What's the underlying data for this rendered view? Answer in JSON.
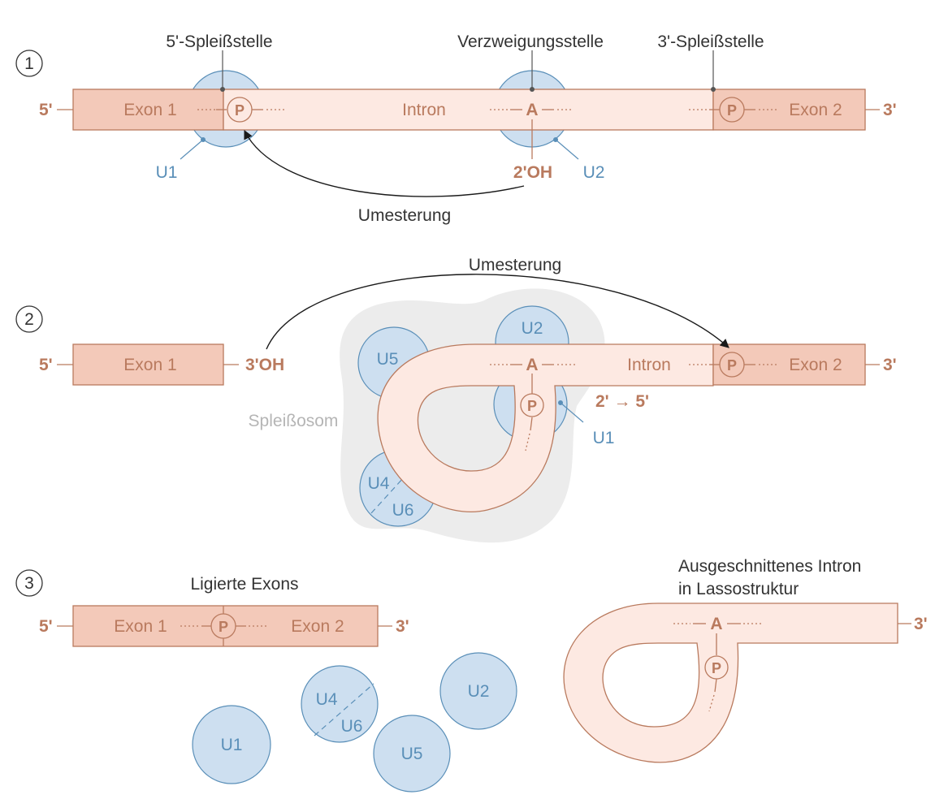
{
  "steps": [
    "1",
    "2",
    "3"
  ],
  "colors": {
    "exon_fill": "#f3c9b9",
    "intron_fill": "#fde9e2",
    "outline": "#b97a5e",
    "snrnp_fill": "#cddff0",
    "snrnp_outline": "#5a8fb8",
    "spliceosome_fill": "#ececec",
    "arrow": "#1a1a1a"
  },
  "panel1": {
    "five_prime": "5'",
    "three_prime": "3'",
    "exon1": "Exon 1",
    "intron": "Intron",
    "exon2": "Exon 2",
    "five_splice_site": "5'-Spleißstelle",
    "branch_point": "Verzweigungsstelle",
    "three_splice_site": "3'-Spleißstelle",
    "phosphate_left": "P",
    "adenosine": "A",
    "phosphate_right": "P",
    "hydroxyl": "2'OH",
    "u1": "U1",
    "u2": "U2",
    "reaction": "Umesterung"
  },
  "panel2": {
    "five_prime": "5'",
    "exon1": "Exon 1",
    "free_end": "3'OH",
    "reaction": "Umesterung",
    "spliceosome": "Spleißosom",
    "u2": "U2",
    "u5": "U5",
    "u4": "U4",
    "u6": "U6",
    "u1": "U1",
    "adenosine": "A",
    "phosphate_branch": "P",
    "intron": "Intron",
    "phosphate_right": "P",
    "exon2": "Exon 2",
    "three_prime": "3'",
    "linkage": "2' → 5'"
  },
  "panel3": {
    "ligated_title": "Ligierte Exons",
    "five_prime": "5'",
    "exon1": "Exon 1",
    "phosphate": "P",
    "exon2": "Exon 2",
    "three_prime": "3'",
    "lariat_title_line1": "Ausgeschnittenes Intron",
    "lariat_title_line2": "in Lassostruktur",
    "adenosine": "A",
    "phosphate_branch": "P",
    "lariat_three_prime": "3'",
    "u1": "U1",
    "u4": "U4",
    "u6": "U6",
    "u5": "U5",
    "u2": "U2"
  }
}
